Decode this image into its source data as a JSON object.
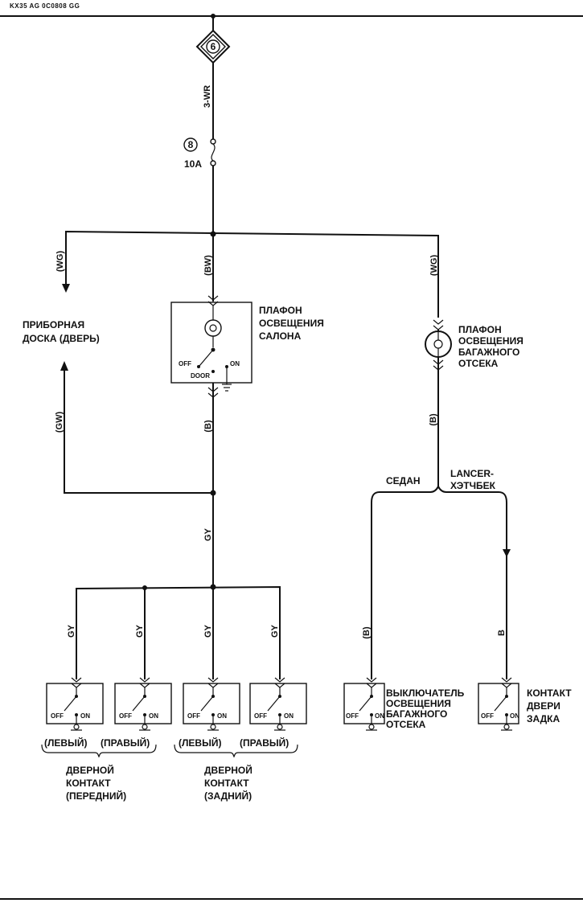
{
  "header_code": "KX35 AG 0C0808 GG",
  "connector_number": "6",
  "wire_top": "3-WR",
  "fuse": {
    "number": "8",
    "rating": "10A"
  },
  "wires": {
    "left_top": "(WG)",
    "center_top": "(BW)",
    "right_top": "(WG)",
    "left_return": "(GW)",
    "center_mid": "(B)",
    "right_mid": "(B)",
    "trunk": "GY",
    "d1": "GY",
    "d2": "GY",
    "d3": "GY",
    "d4": "GY",
    "sedan_wire": "(B)",
    "hatch_wire": "B"
  },
  "labels": {
    "dashboard": [
      "ПРИБОРНАЯ",
      "ДОСКА (ДВЕРЬ)"
    ],
    "cabin_lamp": [
      "ПЛАФОН",
      "ОСВЕЩЕНИЯ",
      "САЛОНА"
    ],
    "trunk_lamp": [
      "ПЛАФОН",
      "ОСВЕЩЕНИЯ",
      "БАГАЖНОГО",
      "ОТСЕКА"
    ],
    "sedan": "СЕДАН",
    "hatchback": [
      "LANCER-",
      "ХЭТЧБЕК"
    ],
    "trunk_switch": [
      "ВЫКЛЮЧАТЕЛЬ",
      "ОСВЕЩЕНИЯ",
      "БАГАЖНОГО",
      "ОТСЕКА"
    ],
    "tailgate_contact": [
      "КОНТАКТ",
      "ДВЕРИ",
      "ЗАДКА"
    ],
    "front_left": "(ЛЕВЫЙ)",
    "front_right": "(ПРАВЫЙ)",
    "rear_left": "(ЛЕВЫЙ)",
    "rear_right": "(ПРАВЫЙ)",
    "front_group": [
      "ДВЕРНОЙ",
      "КОНТАКТ",
      "(ПЕРЕДНИЙ)"
    ],
    "rear_group": [
      "ДВЕРНОЙ",
      "КОНТАКТ",
      "(ЗАДНИЙ)"
    ]
  },
  "switch_labels": {
    "off": "OFF",
    "on": "ON",
    "door": "DOOR"
  },
  "contact_labels": {
    "off": "OFF",
    "on": "ON"
  }
}
